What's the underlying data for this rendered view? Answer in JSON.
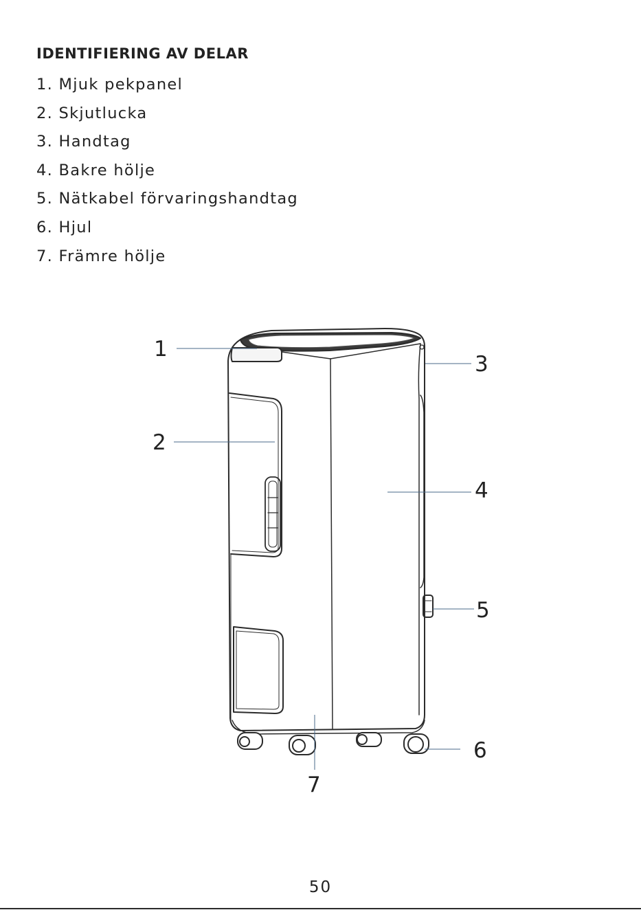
{
  "heading": "IDENTIFIERING AV DELAR",
  "parts": [
    "1. Mjuk pekpanel",
    "2. Skjutlucka",
    "3. Handtag",
    "4. Bakre hölje",
    "5. Nätkabel förvaringshandtag",
    "6. Hjul",
    "7. Främre hölje"
  ],
  "callouts": [
    "1",
    "2",
    "3",
    "4",
    "5",
    "6",
    "7"
  ],
  "page_number": "50"
}
